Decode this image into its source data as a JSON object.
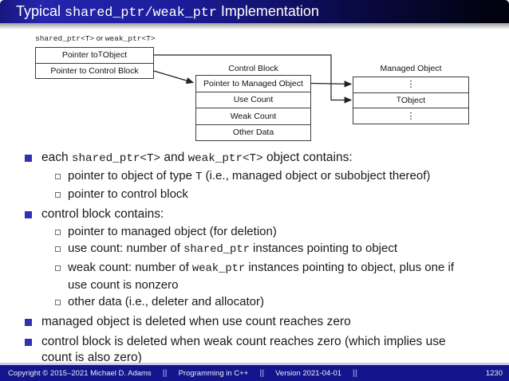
{
  "colors": {
    "accent": "#3232b0",
    "title-bar-left": "#2525ad",
    "title-bar-right": "#020210",
    "footer-bg": "#14148c",
    "footer-separator": "#8888d8",
    "footer-strip": "#ccccee",
    "box-border": "#3c3c3c",
    "text": "#111111"
  },
  "title": {
    "parts": [
      {
        "t": "Typical "
      },
      {
        "t": "shared_ptr/weak_ptr",
        "m": true
      },
      {
        "t": " Implementation"
      }
    ]
  },
  "diagram": {
    "pointer_label": {
      "parts": [
        {
          "t": "shared_ptr<T>",
          "m": true
        },
        {
          "t": " or "
        },
        {
          "t": "weak_ptr<T>",
          "m": true
        }
      ]
    },
    "ptr_box": {
      "row1": {
        "parts": [
          {
            "t": "Pointer to "
          },
          {
            "t": "T",
            "m": true
          },
          {
            "t": " Object"
          }
        ]
      },
      "row2": {
        "parts": [
          {
            "t": "Pointer to Control Block"
          }
        ]
      }
    },
    "control_block": {
      "title": "Control Block",
      "rows": [
        "Pointer to Managed Object",
        "Use Count",
        "Weak Count",
        "Other Data"
      ]
    },
    "managed_object": {
      "title": "Managed Object",
      "dots": "⋮",
      "row2": {
        "parts": [
          {
            "t": "T",
            "m": true
          },
          {
            "t": " Object"
          }
        ]
      }
    }
  },
  "bullets": [
    {
      "level": 1,
      "parts": [
        {
          "t": "each "
        },
        {
          "t": "shared_ptr<T>",
          "m": true
        },
        {
          "t": " and "
        },
        {
          "t": "weak_ptr<T>",
          "m": true
        },
        {
          "t": " object contains:"
        }
      ]
    },
    {
      "level": 2,
      "parts": [
        {
          "t": "pointer to object of type "
        },
        {
          "t": "T",
          "m": true
        },
        {
          "t": " (i.e., managed object or subobject thereof)"
        }
      ]
    },
    {
      "level": 2,
      "parts": [
        {
          "t": "pointer to control block"
        }
      ]
    },
    {
      "level": 1,
      "parts": [
        {
          "t": "control block contains:"
        }
      ]
    },
    {
      "level": 2,
      "parts": [
        {
          "t": "pointer to managed object (for deletion)"
        }
      ]
    },
    {
      "level": 2,
      "parts": [
        {
          "t": "use count: number of "
        },
        {
          "t": "shared_ptr",
          "m": true
        },
        {
          "t": " instances pointing to object"
        }
      ]
    },
    {
      "level": 2,
      "parts": [
        {
          "t": "weak count: number of "
        },
        {
          "t": "weak_ptr",
          "m": true
        },
        {
          "t": " instances pointing to object, plus one if"
        },
        {
          "br": true
        },
        {
          "t": "use count is nonzero"
        }
      ]
    },
    {
      "level": 2,
      "parts": [
        {
          "t": "other data (i.e., deleter and allocator)"
        }
      ]
    },
    {
      "level": 1,
      "parts": [
        {
          "t": "managed object is deleted when use count reaches zero"
        }
      ]
    },
    {
      "level": 1,
      "parts": [
        {
          "t": "control block is deleted when weak count reaches zero (which implies use"
        },
        {
          "br": true
        },
        {
          "t": "count is also zero)"
        }
      ]
    }
  ],
  "footer": {
    "copyright": "Copyright © 2015–2021 Michael D. Adams",
    "course": "Programming in C++",
    "version": "Version 2021-04-01",
    "separator": "||",
    "page": "1230"
  }
}
